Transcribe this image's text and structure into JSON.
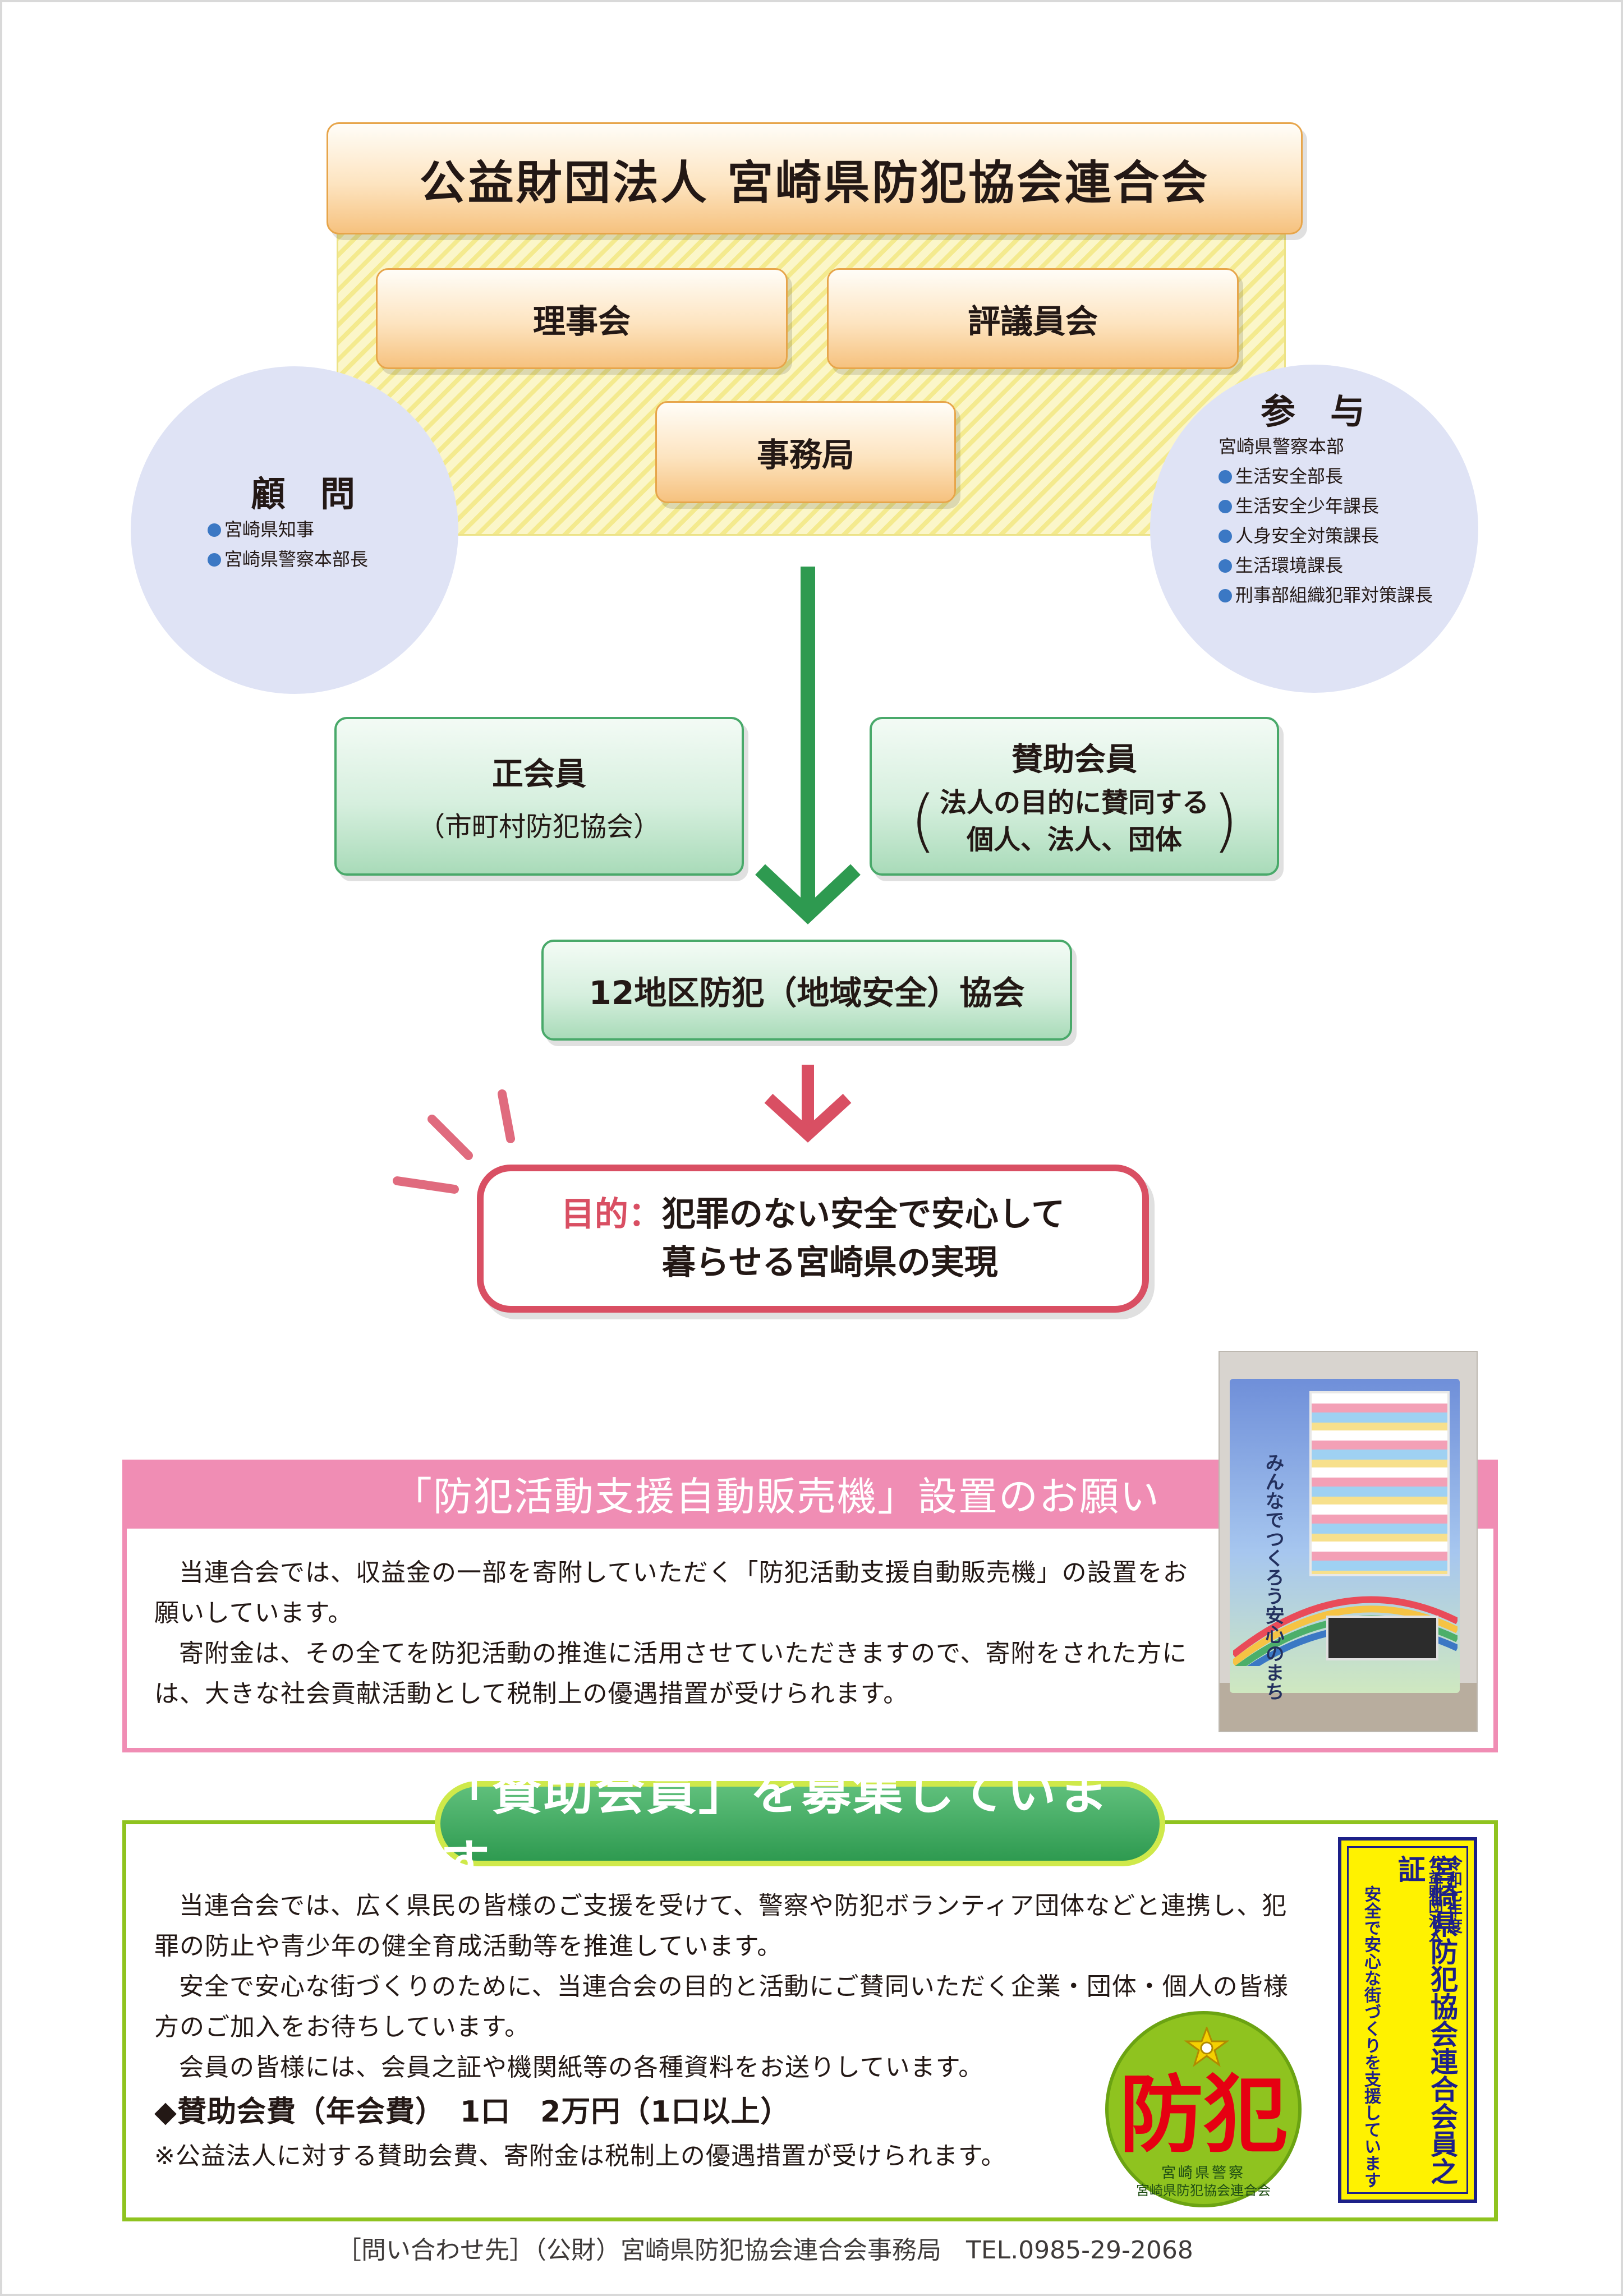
{
  "org": {
    "title": "公益財団法人 宮崎県防犯協会連合会",
    "board": "理事会",
    "councilors": "評議員会",
    "secretariat": "事務局",
    "advisors": {
      "heading": "顧　問",
      "items": [
        "宮崎県知事",
        "宮崎県警察本部長"
      ]
    },
    "participants": {
      "heading": "参　与",
      "intro": "宮崎県警察本部",
      "items": [
        "生活安全部長",
        "生活安全少年課長",
        "人身安全対策課長",
        "生活環境課長",
        "刑事部組織犯罪対策課長"
      ]
    },
    "regular_member": {
      "title": "正会員",
      "sub": "（市町村防犯協会）"
    },
    "supporting_member": {
      "title": "賛助会員",
      "lines": [
        "法人の目的に賛同する",
        "個人、法人、団体"
      ]
    },
    "district": "12地区防犯（地域安全）協会",
    "purpose": {
      "label": "目的：",
      "line1": "犯罪のない安全で安心して",
      "line2": "暮らせる宮崎県の実現"
    }
  },
  "vending": {
    "title": "「防犯活動支援自動販売機」設置のお願い",
    "paragraphs": [
      "当連合会では、収益金の一部を寄附していただく「防犯活動支援自動販売機」の設置をお願いしています。",
      "寄附金は、その全てを防犯活動の推進に活用させていただきますので、寄附をされた方には、大きな社会貢献活動として税制上の優遇措置が受けられます。"
    ],
    "machine_text": "みんなでつくろう安心のまち"
  },
  "recruit": {
    "title": "「賛助会員」を募集しています",
    "paragraphs": [
      "当連合会では、広く県民の皆様のご支援を受けて、警察や防犯ボランティア団体などと連携し、犯罪の防止や青少年の健全育成活動等を推進しています。",
      "安全で安心な街づくりのために、当連合会の目的と活動にご賛同いただく企業・団体・個人の皆様方のご加入をお待ちしています。",
      "会員の皆様には、会員之証や機関紙等の各種資料をお送りしています。"
    ],
    "fee": "◆賛助会費（年会費）　1口　2万円（1口以上）",
    "note": "※公益法人に対する賛助会費、寄附金は税制上の優遇措置が受けられます。",
    "badge": {
      "main": "防犯",
      "ring1": "宮崎県警察",
      "ring2": "宮崎県防犯協会連合会"
    },
    "certificate": {
      "year": "令和七年度",
      "org": "公益財団法人",
      "name": "宮崎県防犯協会連合会員之証",
      "slogan": "安全で安心な街づくりを支援しています"
    }
  },
  "contact": "［問い合わせ先］（公財）宮崎県防犯協会連合会事務局　TEL.0985-29-2068",
  "colors": {
    "green": "#2e9a50",
    "pink": "#f08db4",
    "orange": "#e7a54a",
    "purpose_red": "#d94f63",
    "lime": "#8fc31f"
  }
}
